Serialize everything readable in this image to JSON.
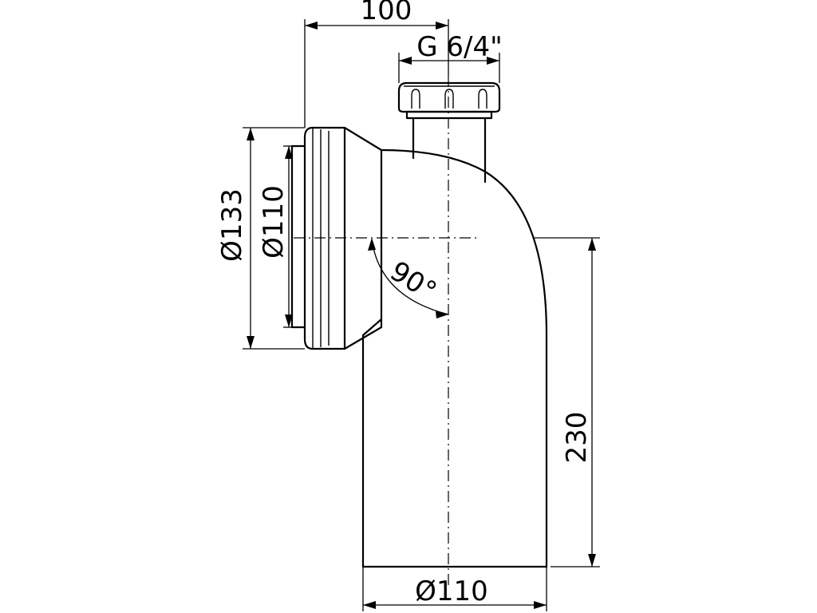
{
  "dimensions": {
    "offset": "100",
    "thread": "G 6/4\"",
    "socket_outer_diameter": "Ø133",
    "socket_inner_diameter": "Ø110",
    "bend_angle": "90°",
    "height": "230",
    "outlet_diameter": "Ø110"
  }
}
